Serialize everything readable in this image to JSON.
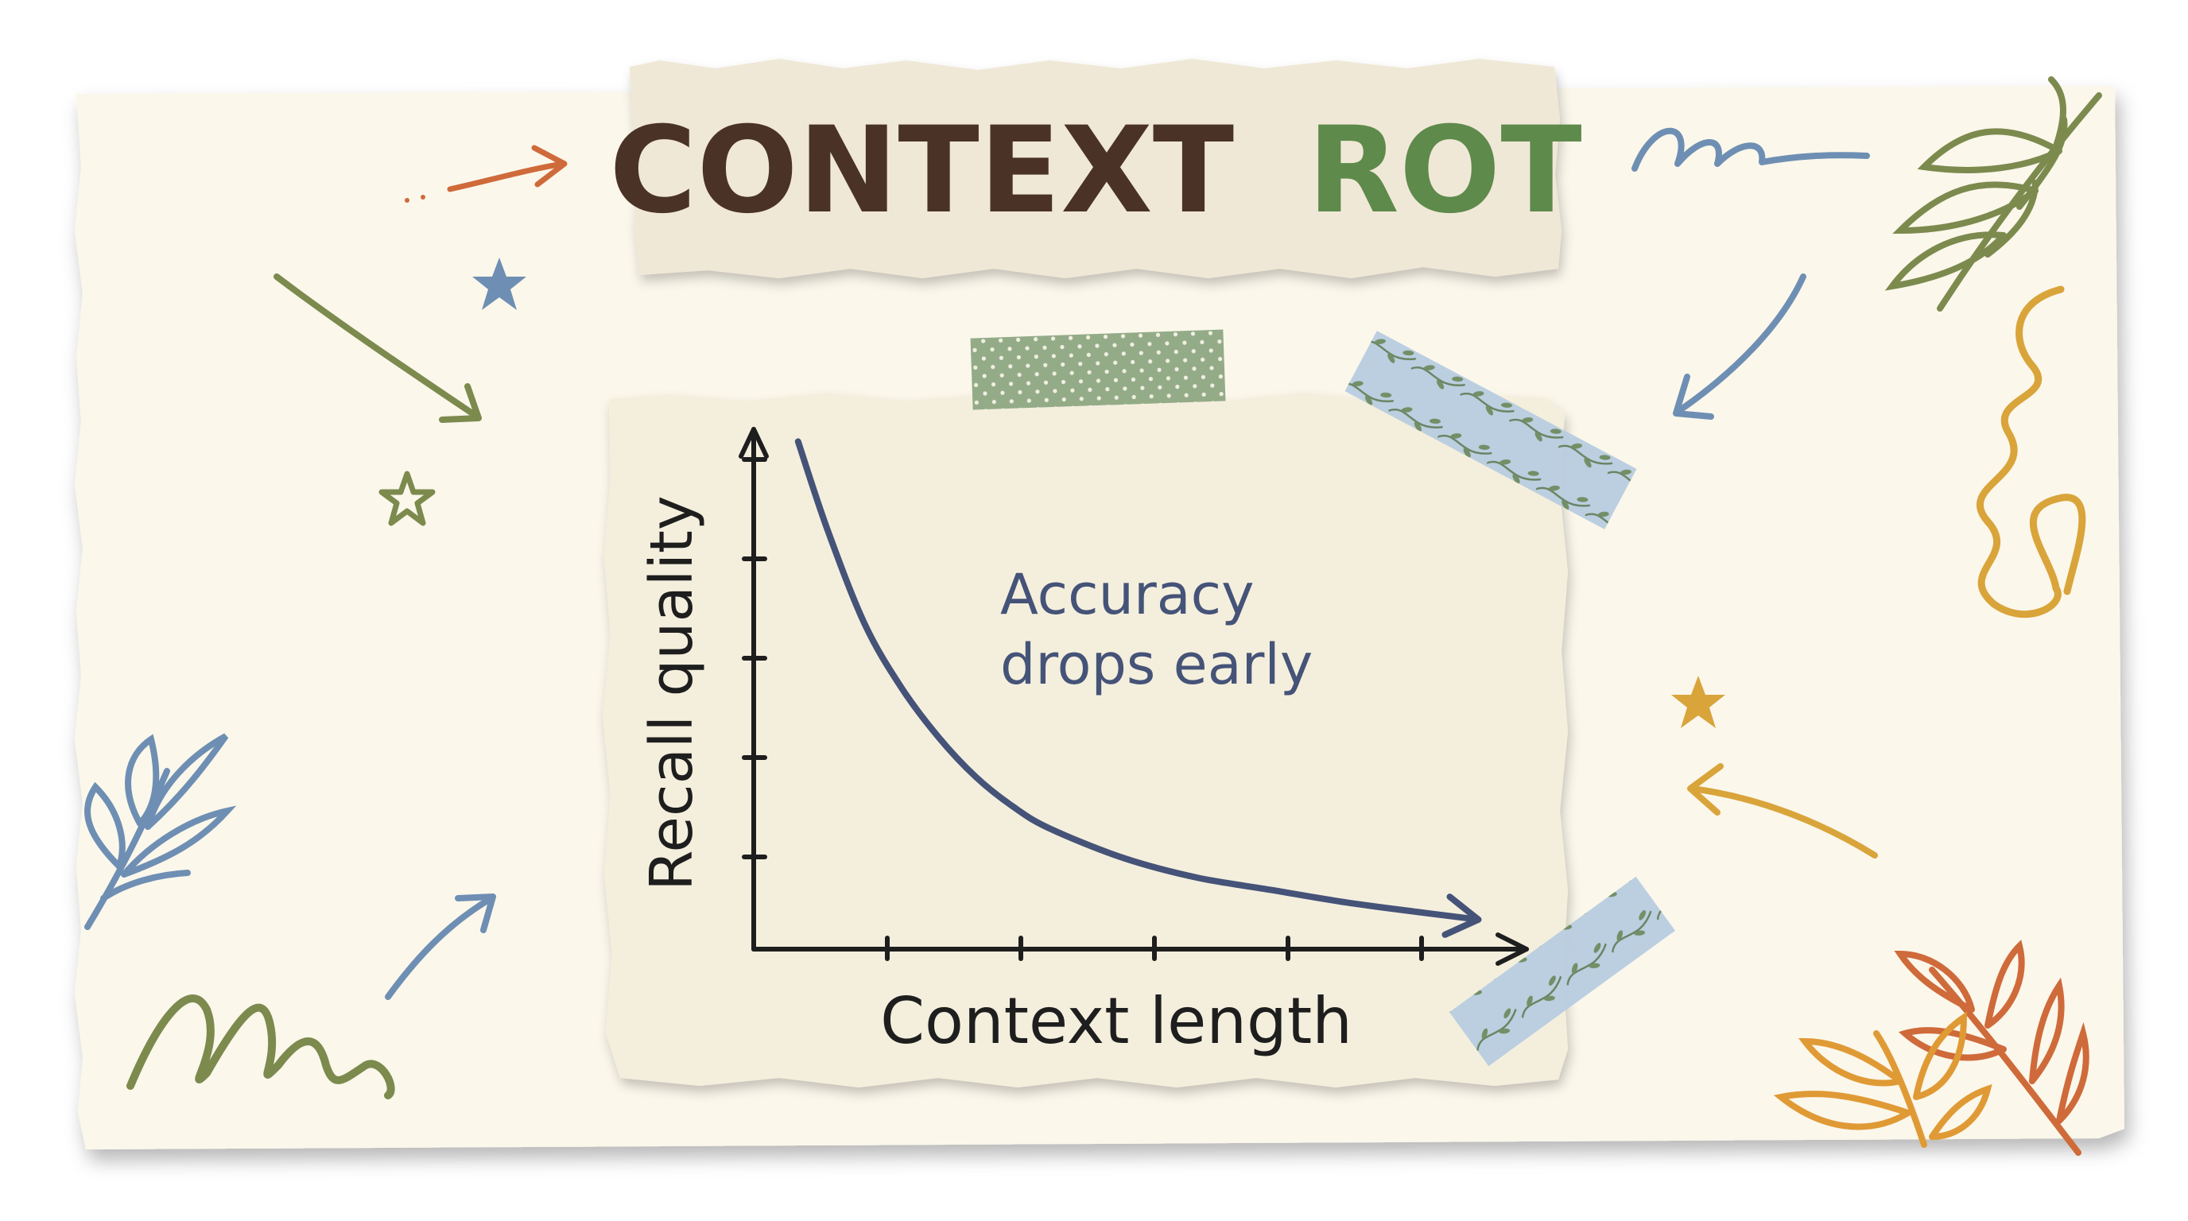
{
  "title": {
    "word1": "CONTEXT",
    "word2": "ROT"
  },
  "colors": {
    "paper": "#fbf7eb",
    "card": "#f4efdd",
    "title_dark": "#4a3226",
    "title_green": "#5e8a4c",
    "curve_blue": "#455378",
    "axis_ink": "#1e1e1e",
    "orange": "#cf6a3a",
    "olive": "#7c8a4e",
    "blue": "#6e8fb3",
    "mustard": "#d9a43a",
    "tape_green": "#8fa783",
    "tape_blue": "#b9cde0"
  },
  "icons": [
    "arrow-icon",
    "star-icon",
    "leaf-sprig-icon",
    "squiggle-icon",
    "washi-tape-icon"
  ],
  "chart_data": {
    "type": "line",
    "xlabel": "Context length",
    "ylabel": "Recall quality",
    "annotation": [
      "Accuracy",
      "drops early"
    ],
    "x_ticks": 5,
    "y_ticks": 5,
    "xlim": [
      0,
      10
    ],
    "ylim": [
      0,
      10
    ],
    "grid": false,
    "series": [
      {
        "x": [
          0.6,
          1.0,
          1.5,
          2.0,
          2.5,
          3.0,
          3.5,
          4.0,
          5.0,
          6.0,
          7.0,
          8.0,
          9.0,
          9.8
        ],
        "values": [
          10.3,
          8.5,
          6.6,
          5.3,
          4.3,
          3.5,
          2.9,
          2.45,
          1.85,
          1.45,
          1.2,
          0.95,
          0.75,
          0.6
        ]
      }
    ]
  }
}
